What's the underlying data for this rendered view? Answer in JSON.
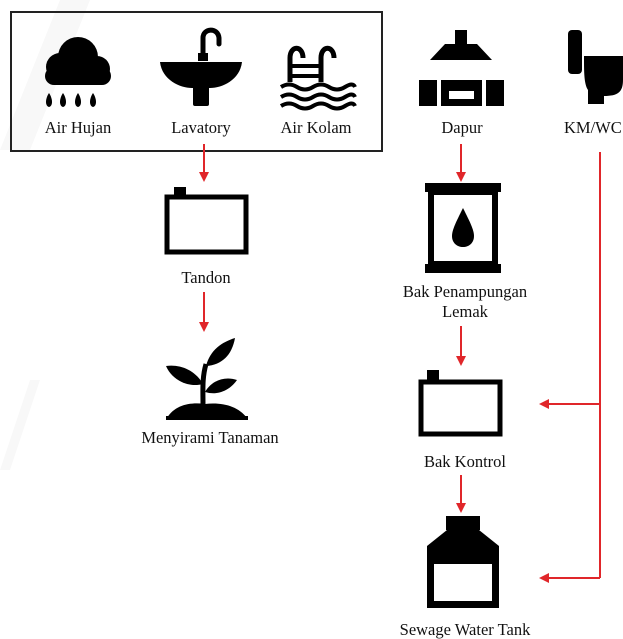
{
  "sources": {
    "items": [
      {
        "label": "Air Hujan",
        "icon": "rain-cloud-icon"
      },
      {
        "label": "Lavatory",
        "icon": "sink-faucet-icon"
      },
      {
        "label": "Air Kolam",
        "icon": "pool-ladder-icon"
      }
    ]
  },
  "greywater": {
    "tank_label": "Tandon",
    "tank_icon": "tank-icon",
    "use_label": "Menyirami Tanaman",
    "use_icon": "plant-sprout-icon"
  },
  "kitchen": {
    "label": "Dapur",
    "icon": "kitchen-hood-stove-icon",
    "trap_label_line1": "Bak Penampungan",
    "trap_label_line2": "Lemak",
    "trap_icon": "grease-barrel-icon"
  },
  "toilet": {
    "label": "KM/WC",
    "icon": "toilet-icon"
  },
  "control": {
    "label": "Bak Kontrol",
    "icon": "control-tank-icon"
  },
  "sewage": {
    "label": "Sewage Water Tank",
    "icon": "sewage-tank-icon"
  },
  "colors": {
    "arrow": "#e0262a",
    "icon": "#000000",
    "text": "#111111",
    "frame": "#222222"
  }
}
